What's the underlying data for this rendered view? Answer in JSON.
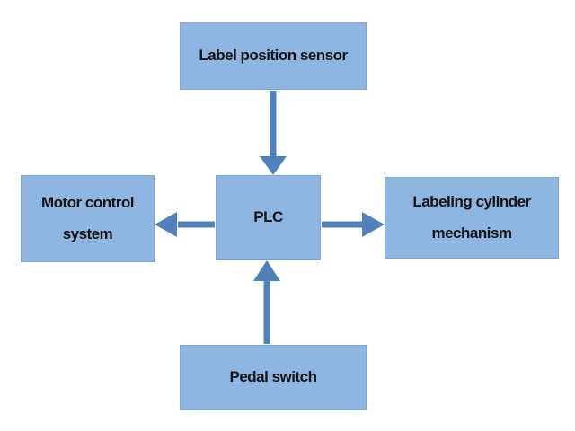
{
  "diagram": {
    "nodes": [
      {
        "id": "label-position-sensor",
        "label": "Label position sensor"
      },
      {
        "id": "motor-control-system",
        "label": "Motor control system"
      },
      {
        "id": "plc",
        "label": "PLC"
      },
      {
        "id": "labeling-cylinder-mechanism",
        "label": "Labeling cylinder mechanism"
      },
      {
        "id": "pedal-switch",
        "label": "Pedal switch"
      }
    ],
    "edges": [
      {
        "from": "Label position sensor",
        "to": "PLC",
        "direction": "down"
      },
      {
        "from": "PLC",
        "to": "Motor control system",
        "direction": "left"
      },
      {
        "from": "PLC",
        "to": "Labeling cylinder mechanism",
        "direction": "right"
      },
      {
        "from": "Pedal switch",
        "to": "PLC",
        "direction": "up"
      }
    ],
    "colors": {
      "node_fill": "#8fb5e1",
      "node_border": "#7ba6d9",
      "arrow": "#4f81bd",
      "text": "#141414",
      "background": "#ffffff"
    }
  }
}
